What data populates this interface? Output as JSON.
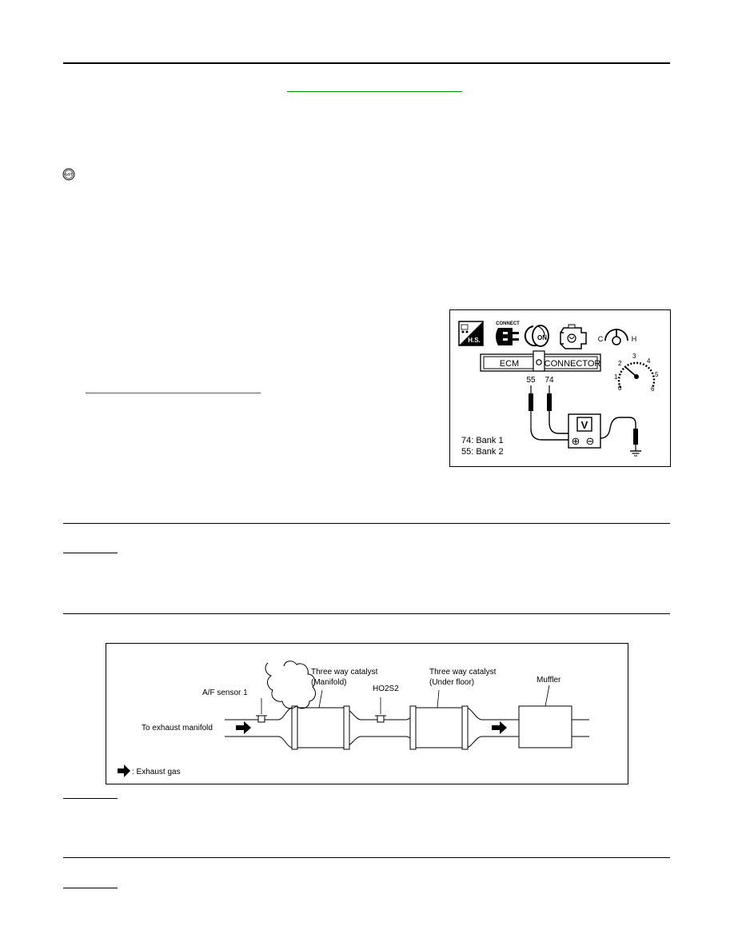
{
  "fig1": {
    "badge_icon": "hs-service-icon",
    "connect_label": "CONNECT",
    "ignition_label": "ON",
    "temp_cold": "C",
    "temp_hot": "H",
    "ecm_label": "ECM",
    "connector_label": "CONNECTOR",
    "terminal_55": "55",
    "terminal_74": "74",
    "voltmeter_label": "V",
    "plus_symbol": "⊕",
    "minus_symbol": "⊖",
    "tach_ticks": [
      "0",
      "1",
      "2",
      "3",
      "4",
      "5",
      "6"
    ],
    "legend_line1": "74: Bank 1",
    "legend_line2": "55: Bank 2"
  },
  "fig2": {
    "af_sensor_label": "A/F sensor 1",
    "manifold_catalyst_line1": "Three way catalyst",
    "manifold_catalyst_line2": "(Manifold)",
    "ho2s2_label": "HO2S2",
    "underfloor_catalyst_line1": "Three way catalyst",
    "underfloor_catalyst_line2": "(Under floor)",
    "muffler_label": "Muffler",
    "inlet_label": "To exhaust manifold",
    "legend_label": ": Exhaust gas"
  },
  "icons": {
    "gst": "GST"
  }
}
